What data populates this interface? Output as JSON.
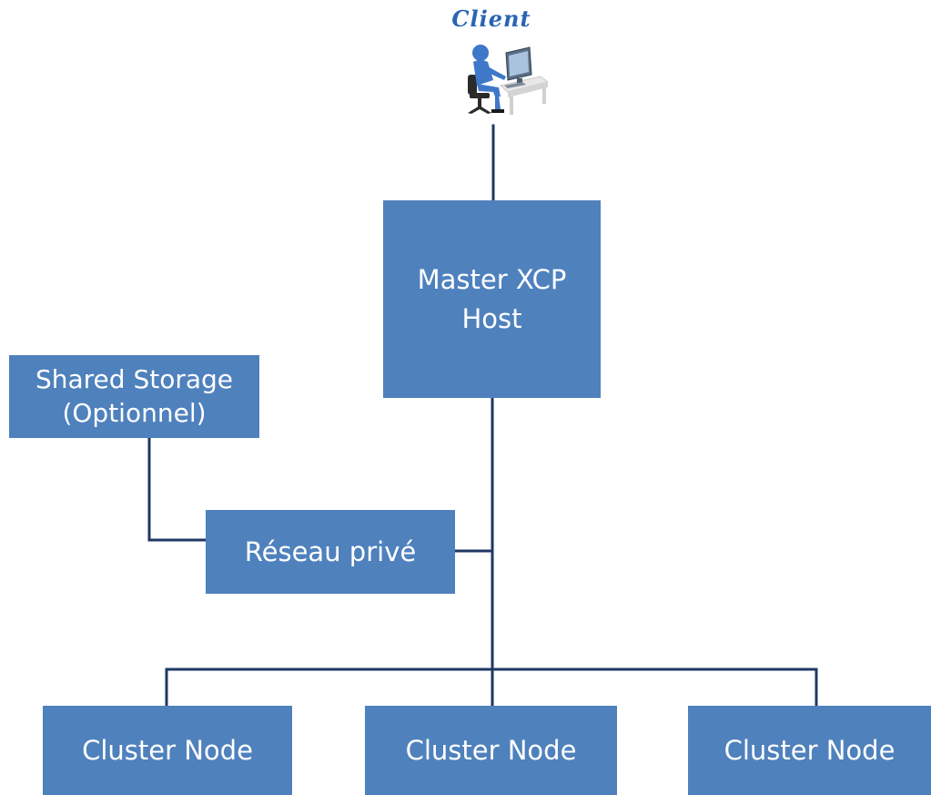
{
  "client": {
    "label": "Client",
    "icon": "user-at-computer-icon"
  },
  "nodes": {
    "master": "Master XCP\nHost",
    "storage": "Shared Storage\n(Optionnel)",
    "reseau": "Réseau privé",
    "cluster": [
      "Cluster Node",
      "Cluster Node",
      "Cluster Node"
    ]
  },
  "colors": {
    "box_fill": "#4f81bd",
    "box_text": "#ffffff",
    "connector": "#1f3864",
    "client_label": "#2a64b5"
  }
}
